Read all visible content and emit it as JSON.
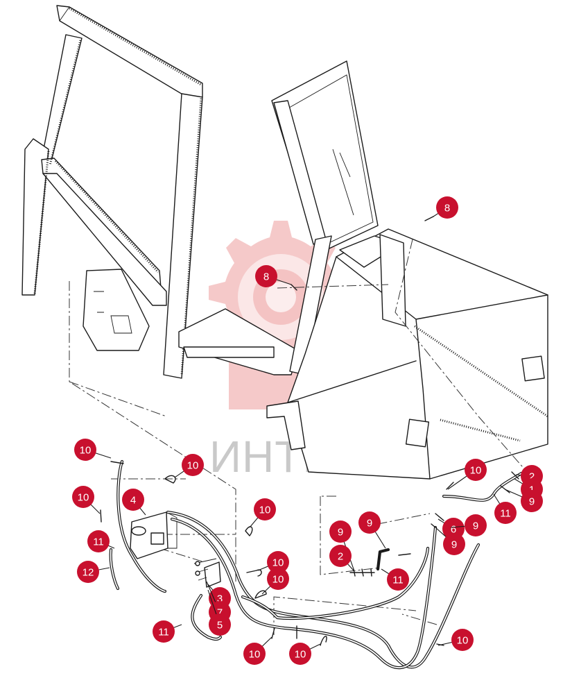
{
  "watermark": {
    "text": "ИНТЕХ",
    "gear_color": "#f2b7b7",
    "text_color": "#c9c9c9"
  },
  "callout_color": "#c8102e",
  "callouts": [
    {
      "id": "c-10-a",
      "label": "10"
    },
    {
      "id": "c-10-b",
      "label": "10"
    },
    {
      "id": "c-10-c",
      "label": "10"
    },
    {
      "id": "c-4",
      "label": "4"
    },
    {
      "id": "c-10-d",
      "label": "10"
    },
    {
      "id": "c-11-a",
      "label": "11"
    },
    {
      "id": "c-12",
      "label": "12"
    },
    {
      "id": "c-10-e",
      "label": "10"
    },
    {
      "id": "c-10-f",
      "label": "10"
    },
    {
      "id": "c-3",
      "label": "3"
    },
    {
      "id": "c-7",
      "label": "7"
    },
    {
      "id": "c-5",
      "label": "5"
    },
    {
      "id": "c-11-b",
      "label": "11"
    },
    {
      "id": "c-10-g",
      "label": "10"
    },
    {
      "id": "c-10-h",
      "label": "10"
    },
    {
      "id": "c-8-a",
      "label": "8"
    },
    {
      "id": "c-8-b",
      "label": "8"
    },
    {
      "id": "c-9-a",
      "label": "9"
    },
    {
      "id": "c-9-b",
      "label": "9"
    },
    {
      "id": "c-2-a",
      "label": "2"
    },
    {
      "id": "c-11-c",
      "label": "11"
    },
    {
      "id": "c-10-i",
      "label": "10"
    },
    {
      "id": "c-11-d",
      "label": "11"
    },
    {
      "id": "c-2-b",
      "label": "2"
    },
    {
      "id": "c-1",
      "label": "1"
    },
    {
      "id": "c-9-c",
      "label": "9"
    },
    {
      "id": "c-6",
      "label": "6"
    },
    {
      "id": "c-9-d",
      "label": "9"
    },
    {
      "id": "c-9-e",
      "label": "9"
    },
    {
      "id": "c-10-j",
      "label": "10"
    }
  ]
}
